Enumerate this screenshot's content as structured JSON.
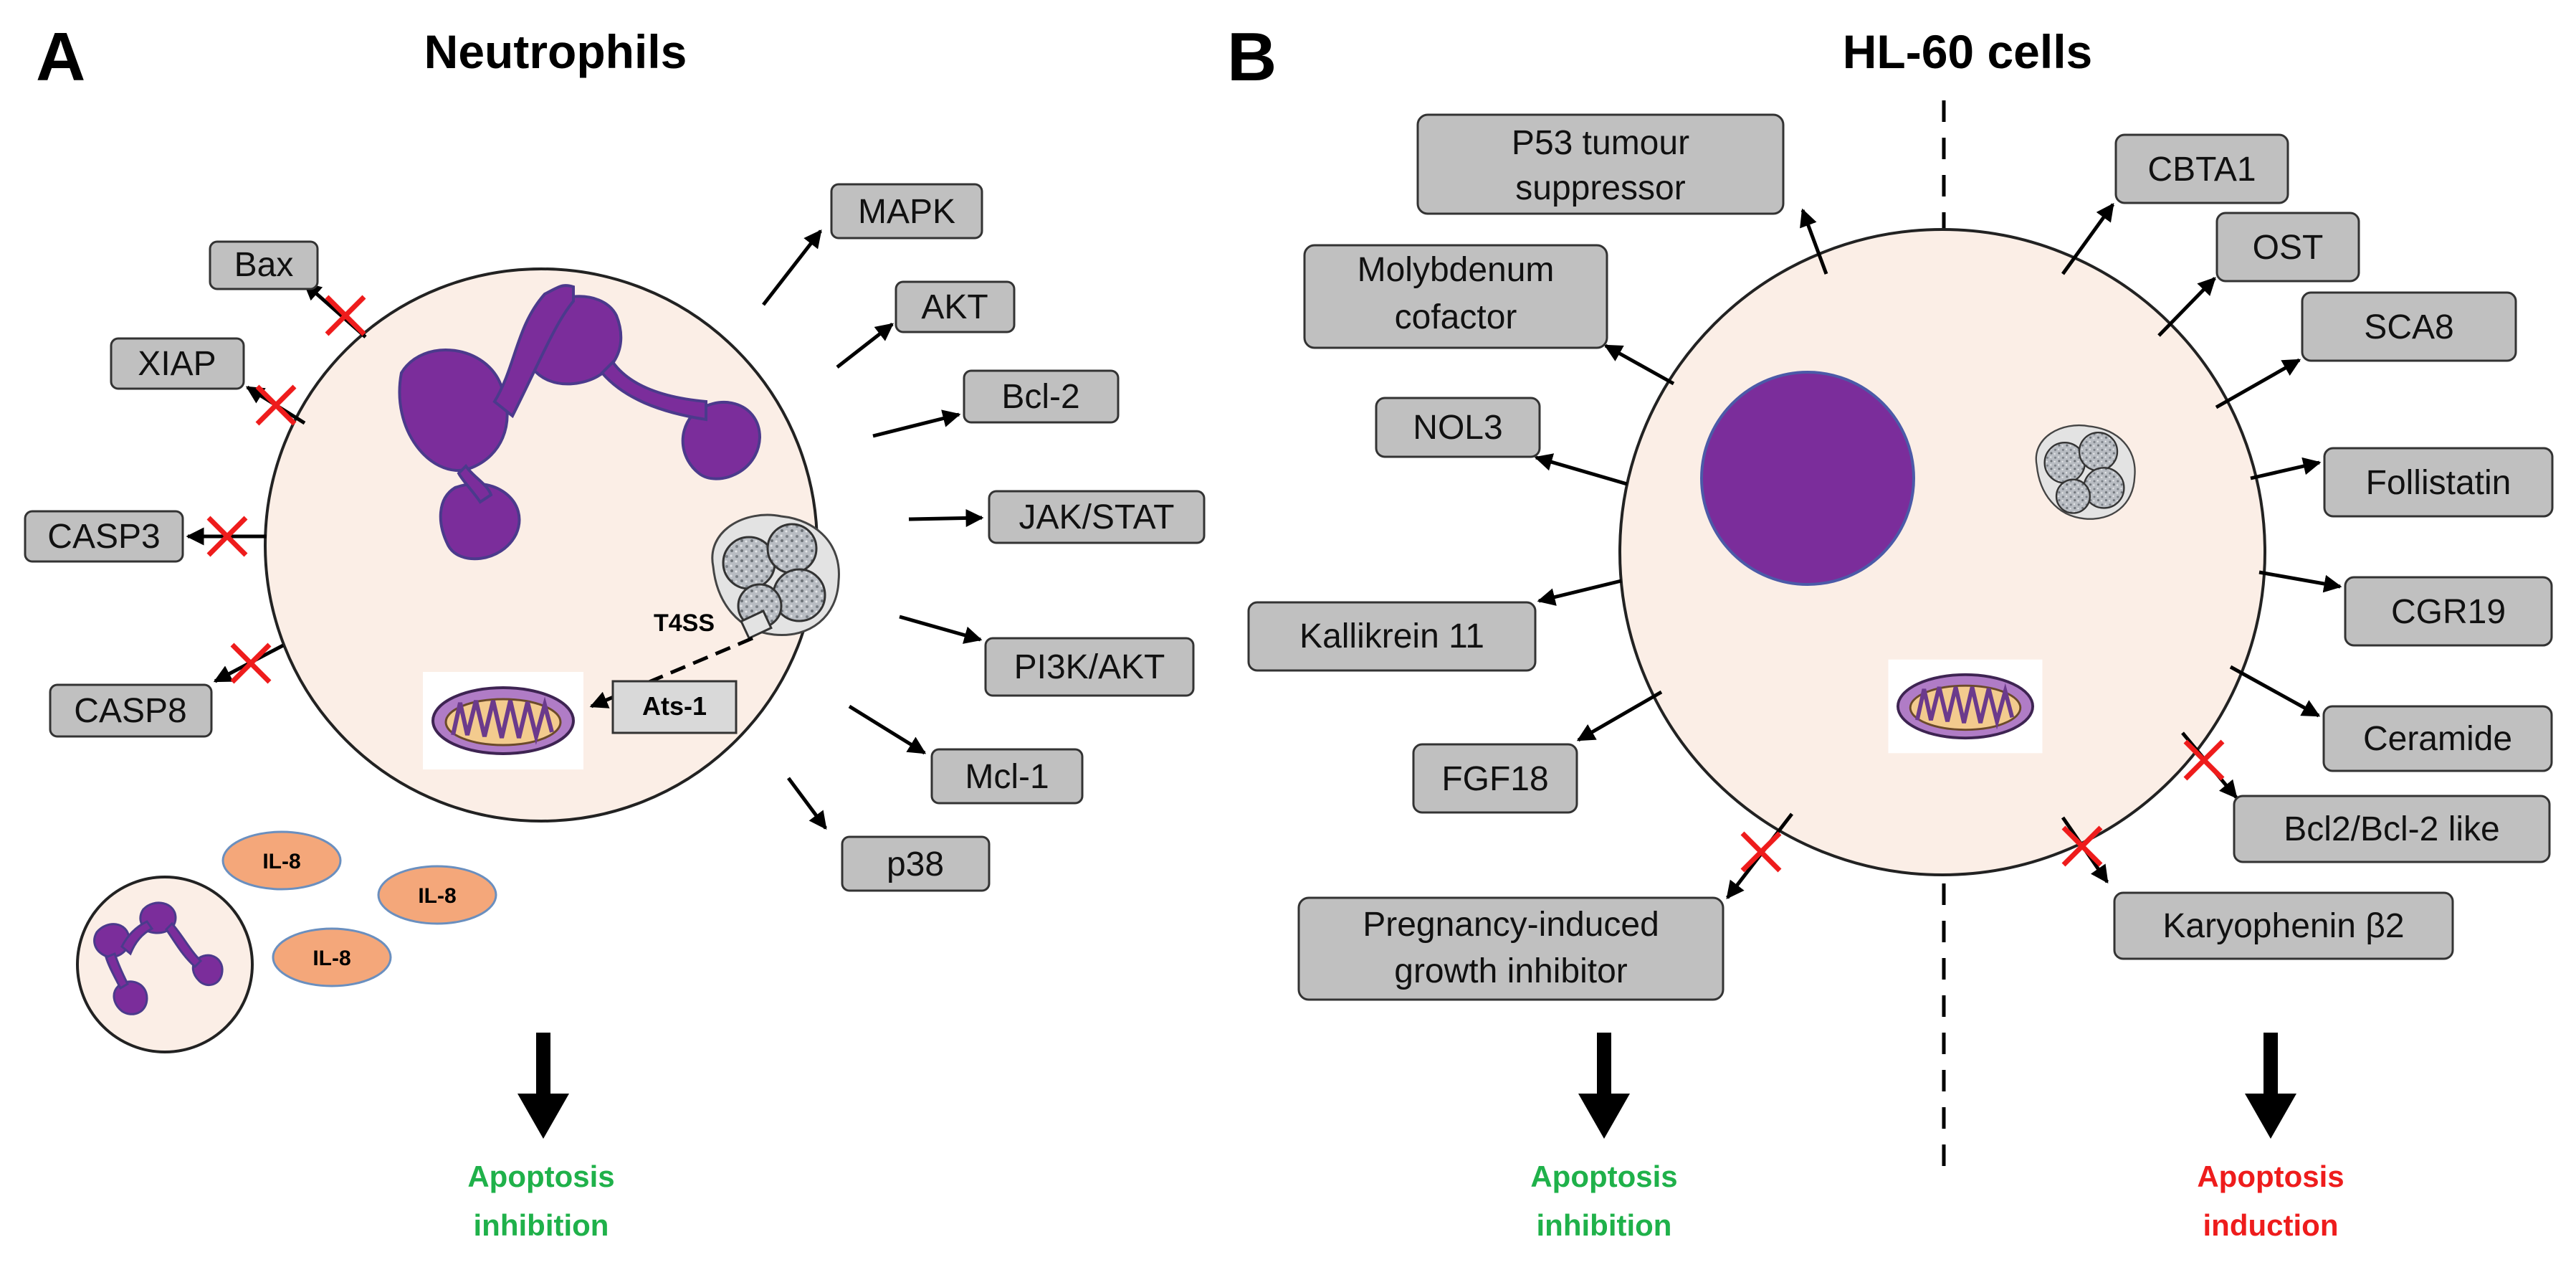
{
  "colors": {
    "cell_fill": "#fbeee6",
    "nucleus": "#7b2d9b",
    "box_fill": "#c0c0c0",
    "il8_fill": "#f4a77a",
    "inhibit_cross": "#ee1c1c",
    "inhibition_text": "#1fb14a",
    "induction_text": "#ee1c1c"
  },
  "panel_a": {
    "letter": "A",
    "title": "Neutrophils",
    "labels": {
      "bax": "Bax",
      "xiap": "XIAP",
      "casp3": "CASP3",
      "casp8": "CASP8",
      "mapk": "MAPK",
      "akt": "AKT",
      "bcl2": "Bcl-2",
      "jakstat": "JAK/STAT",
      "pi3kakt": "PI3K/AKT",
      "mcl1": "Mcl-1",
      "p38": "p38"
    },
    "t4ss": "T4SS",
    "ats1": "Ats-1",
    "il8": [
      "IL-8",
      "IL-8",
      "IL-8"
    ],
    "outcome": [
      "Apoptosis",
      "inhibition"
    ]
  },
  "panel_b": {
    "letter": "B",
    "title": "HL-60 cells",
    "labels": {
      "p53": [
        "P53 tumour",
        "suppressor"
      ],
      "moly": [
        "Molybdenum",
        "cofactor"
      ],
      "nol3": "NOL3",
      "kallikrein": "Kallikrein 11",
      "fgf18": "FGF18",
      "pregnancy": [
        "Pregnancy-induced",
        "growth inhibitor"
      ],
      "cbta1": "CBTA1",
      "ost": "OST",
      "sca8": "SCA8",
      "follistatin": "Follistatin",
      "cgr19": "CGR19",
      "ceramide": "Ceramide",
      "bcl2like": "Bcl2/Bcl-2 like",
      "karyophenin": "Karyophenin β2"
    },
    "outcome_left": [
      "Apoptosis",
      "inhibition"
    ],
    "outcome_right": [
      "Apoptosis",
      "induction"
    ]
  }
}
